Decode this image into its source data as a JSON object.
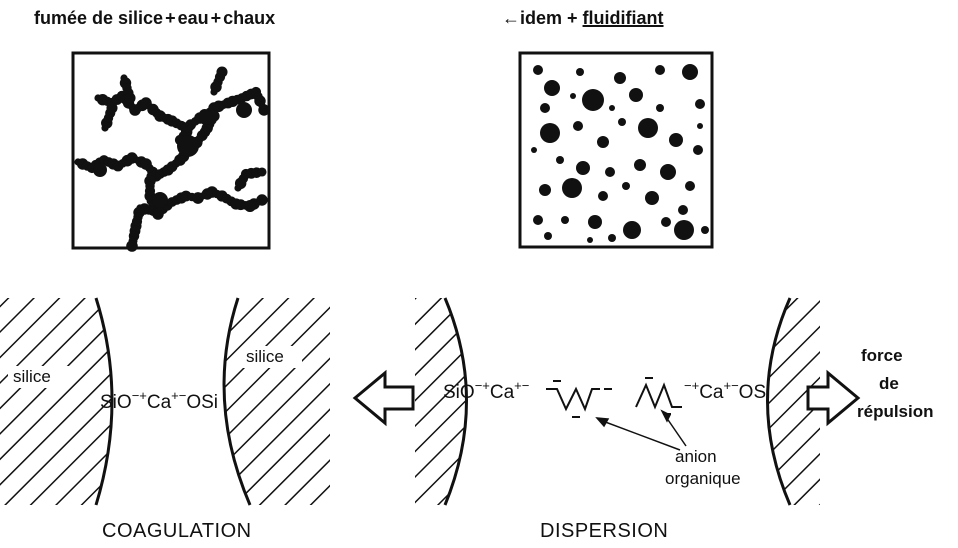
{
  "top_left": {
    "title_parts": [
      "fumée de silice",
      "+",
      "eau",
      "+",
      "chaux"
    ]
  },
  "top_right": {
    "arrow_glyph": "←",
    "title_prefix": "idem +",
    "title_underlined": "fluidifiant"
  },
  "coagulation": {
    "silice_left": "silice",
    "silice_right": "silice",
    "chem_sio": "SiO",
    "chem_sup1": "−+",
    "chem_ca": "Ca",
    "chem_sup2": "+−",
    "chem_osi": "OSi",
    "caption": "COAGULATION"
  },
  "dispersion": {
    "chem_left_sio": "SiO",
    "chem_left_sup1": "−+",
    "chem_left_ca": "Ca",
    "chem_left_sup2": "+−",
    "chem_right_sup1": "−+",
    "chem_right_ca": "Ca",
    "chem_right_sup2": "+−",
    "chem_right_osi": "OSi",
    "anion_line1": "anion",
    "anion_line2": "organique",
    "force_line1": "force",
    "force_line2": "de",
    "force_line3": "répulsion",
    "caption": "DISPERSION"
  },
  "colors": {
    "ink": "#111111",
    "paper": "#ffffff"
  }
}
